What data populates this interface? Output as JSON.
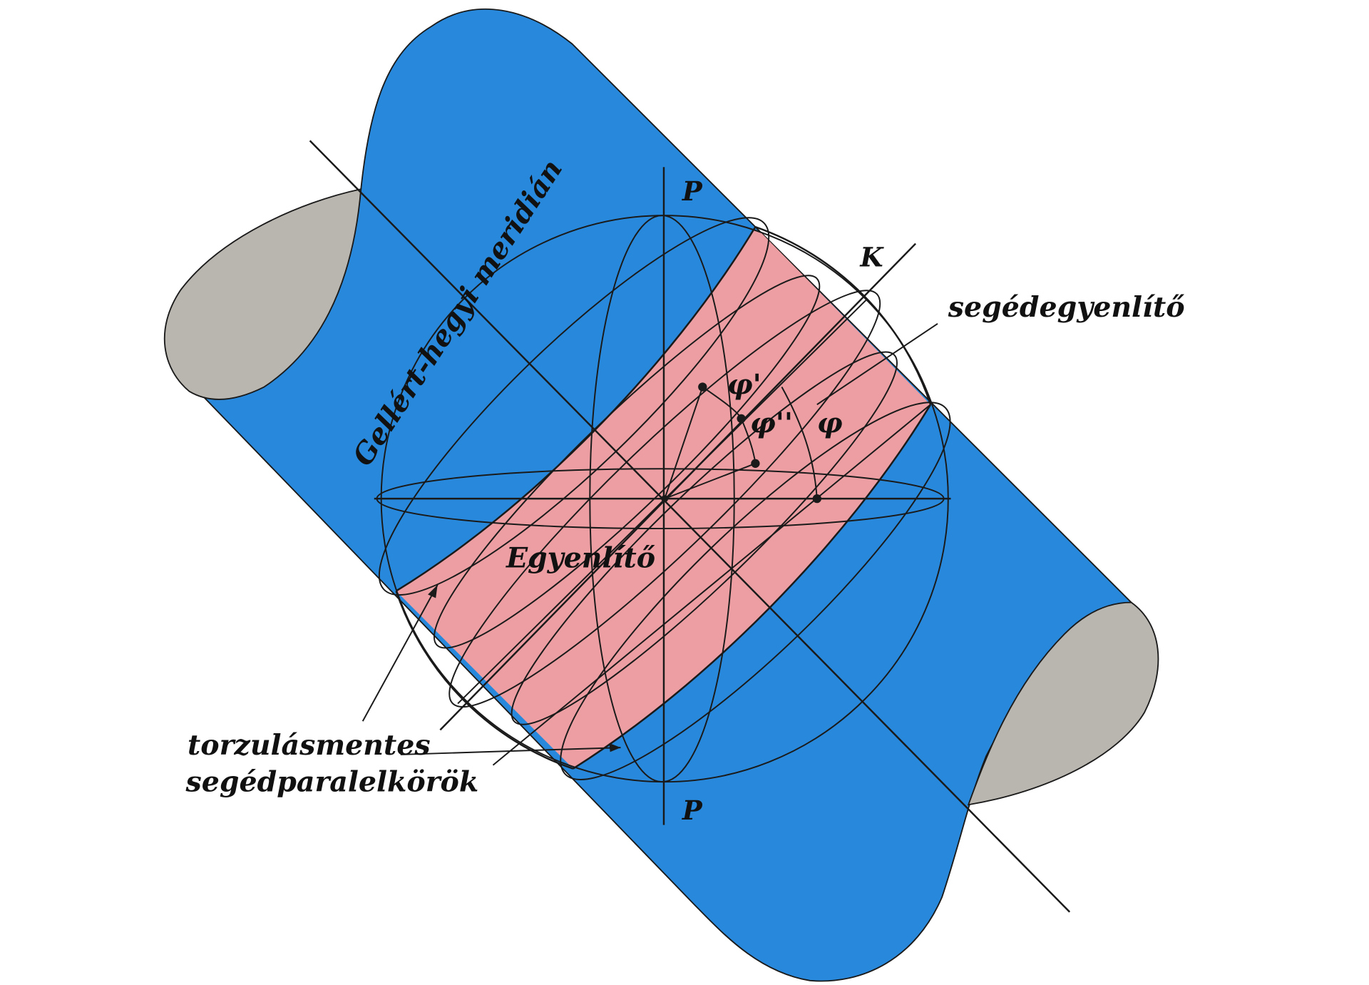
{
  "labels": {
    "pole_top": "P",
    "pole_bottom": "P",
    "pole_k": "K",
    "meridian": "Gellért-hegyi meridián",
    "aux_equator": "segédegyenlítő",
    "equator": "Egyenlítő",
    "phi_prime": "φ'",
    "phi_double_prime": "φ''",
    "phi": "φ",
    "parallels_line1": "torzulásmentes",
    "parallels_line2": "segédparalelkörök"
  },
  "colors": {
    "cylinder": "#2889dc",
    "band": "#ec9ea2",
    "cap": "#b9b5af",
    "line": "#1a1a1a"
  }
}
